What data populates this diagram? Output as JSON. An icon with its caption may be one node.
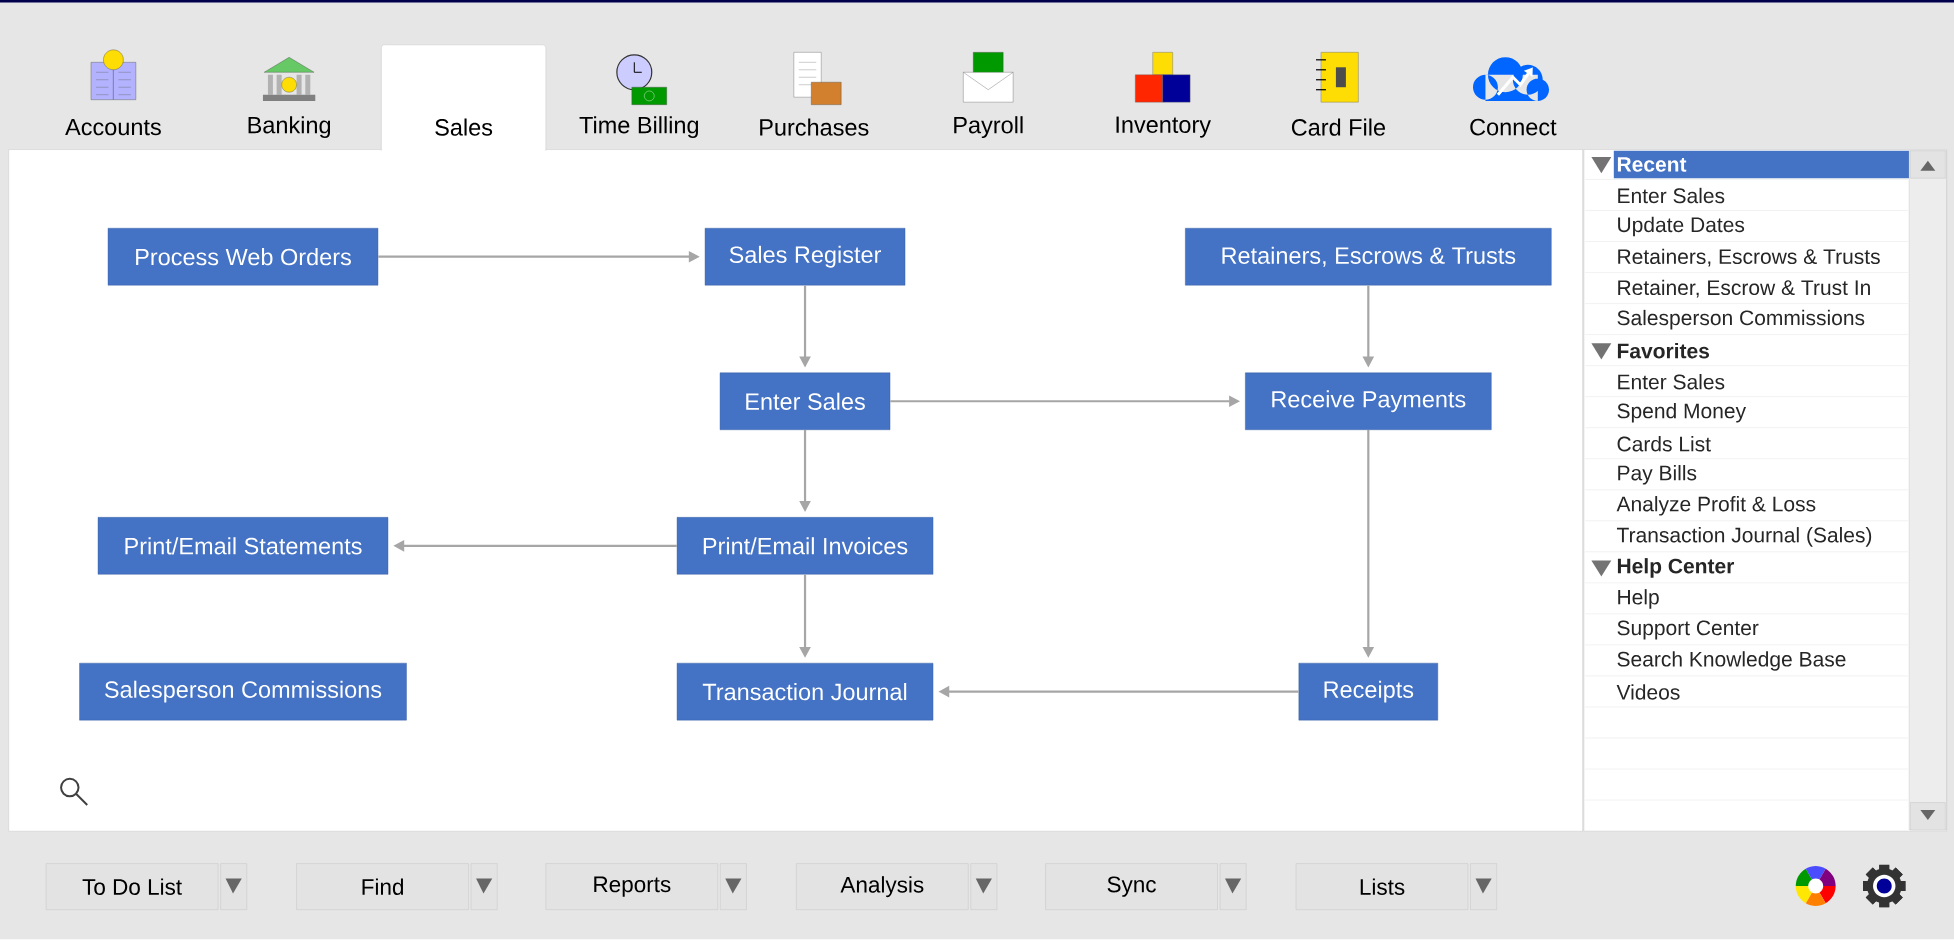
{
  "diagram": {
    "nodes": [
      {
        "text": [
          "Process Web Orders"
        ]
      },
      {
        "text": [
          "Sales Register"
        ]
      },
      {
        "text": [
          "Retainers, Escrows & Trusts"
        ]
      },
      {
        "text": [
          "Enter Sales"
        ]
      },
      {
        "text": [
          "Receive Payments"
        ]
      },
      {
        "text": [
          "Print/Email Statements"
        ]
      },
      {
        "text": [
          "Print/Email Invoices"
        ]
      },
      {
        "text": [
          "Salesperson Commissions"
        ]
      },
      {
        "text": [
          "Transaction Journal"
        ]
      },
      {
        "text": [
          "Receipts"
        ]
      }
    ],
    "edges": [
      {
        "from": 0,
        "to": 1,
        "arrow": "to"
      },
      {
        "from": 1,
        "to": 3,
        "arrow": "to"
      },
      {
        "from": 2,
        "to": 4,
        "arrow": "to"
      },
      {
        "from": 3,
        "to": 4,
        "arrow": "to"
      },
      {
        "from": 3,
        "to": 6,
        "arrow": "to"
      },
      {
        "from": 6,
        "to": 5,
        "arrow": "to"
      },
      {
        "from": 6,
        "to": 8,
        "arrow": "to"
      },
      {
        "from": 4,
        "to": 9,
        "arrow": "to"
      },
      {
        "from": 9,
        "to": 8,
        "arrow": "to"
      }
    ],
    "labels": [
      "Accounts",
      "Banking",
      "Sales",
      "Time Billing",
      "Purchases",
      "Payroll",
      "Inventory",
      "Card File",
      "Connect",
      "Recent",
      "Enter Sales",
      "Update Dates",
      "Retainers, Escrows & Trusts",
      "Retainer, Escrow & Trust In",
      "Salesperson Commissions",
      "Favorites",
      "Enter Sales",
      "Spend Money",
      "Cards List",
      "Pay Bills",
      "Analyze Profit & Loss",
      "Transaction Journal (Sales)",
      "Help Center",
      "Help",
      "Support Center",
      "Search Knowledge Base",
      "Videos",
      "To Do List",
      "Find",
      "Reports",
      "Analysis",
      "Sync",
      "Lists"
    ]
  }
}
